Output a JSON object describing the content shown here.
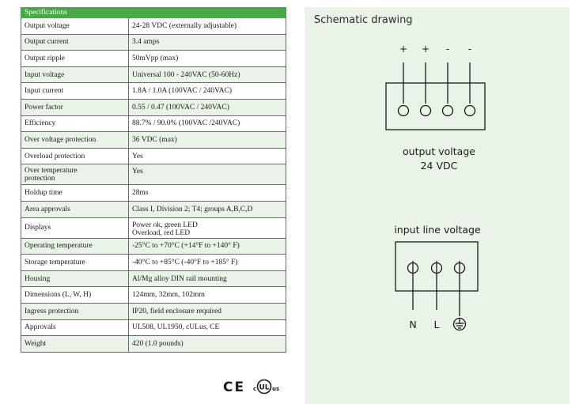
{
  "specs": {
    "header": "Specifications",
    "rows": [
      {
        "label": "Output voltage",
        "value": "24-28 VDC (externally adjustable)"
      },
      {
        "label": "Output current",
        "value": "3.4 amps"
      },
      {
        "label": "Output ripple",
        "value": "50mVpp (max)"
      },
      {
        "label": "Input voltage",
        "value": "Universal 100 - 240VAC (50-60Hz)"
      },
      {
        "label": "Input current",
        "value": "1.8A / 1.0A (100VAC / 240VAC)"
      },
      {
        "label": "Power factor",
        "value": "0.55 / 0.47 (100VAC / 240VAC)"
      },
      {
        "label": "Efficiency",
        "value": "88.7% / 90.0% (100VAC /240VAC)"
      },
      {
        "label": "Over voltage protection",
        "value": "36 VDC (max)"
      },
      {
        "label": "Overload protection",
        "value": "Yes"
      },
      {
        "label": "Over temperature\nprotection",
        "value": "Yes"
      },
      {
        "label": "Holdup time",
        "value": "28ms"
      },
      {
        "label": "Area approvals",
        "value": "Class I, Division 2; T4; groups A,B,C,D"
      },
      {
        "label": "Displays",
        "value": "Power ok, green LED\nOverload, red LED"
      },
      {
        "label": "Operating temperature",
        "value": "-25°C to +70°C (+14°F to +140° F)"
      },
      {
        "label": "Storage temperature",
        "value": "-40°C to +85°C (-40°F to +185° F)"
      },
      {
        "label": "Housing",
        "value": "Al/Mg alloy DIN rail mounting"
      },
      {
        "label": "Dimensions (L, W, H)",
        "value": "124mm, 32mm, 102mm"
      },
      {
        "label": "Ingress protection",
        "value": "IP20, field enclosure required"
      },
      {
        "label": "Approvals",
        "value": "UL508, UL1950, cULus, CE"
      },
      {
        "label": "Weight",
        "value": "420 (1.0 pounds)"
      }
    ]
  },
  "certifications": {
    "ce": "CE",
    "ul_prefix": "c",
    "ul_mark": "UL",
    "ul_suffix": "us"
  },
  "schematic": {
    "title": "Schematic drawing",
    "output_terminals": [
      "+",
      "+",
      "-",
      "-"
    ],
    "output_caption_line1": "output voltage",
    "output_caption_line2": "24 VDC",
    "input_caption": "input line voltage",
    "input_terminals": [
      "N",
      "L"
    ],
    "ground_icon": "ground-symbol-icon"
  }
}
